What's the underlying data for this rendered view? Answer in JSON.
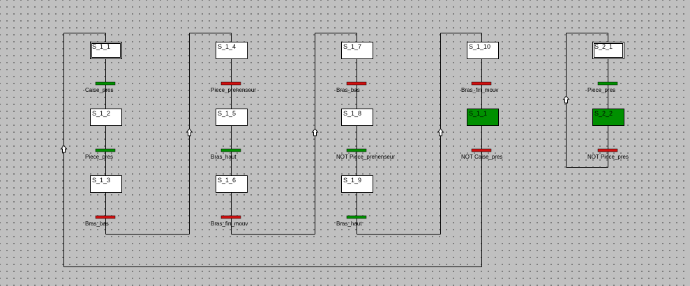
{
  "colors": {
    "background": "#c0c0c0",
    "step_fill": "#ffffff",
    "step_active_fill": "#009000",
    "transition_true": "#009000",
    "transition_false": "#d01010"
  },
  "grafcet_1": {
    "steps": [
      {
        "label": "S_1_1",
        "initial": true,
        "active": false
      },
      {
        "label": "S_1_2",
        "initial": false,
        "active": false
      },
      {
        "label": "S_1_3",
        "initial": false,
        "active": false
      },
      {
        "label": "S_1_4",
        "initial": false,
        "active": false
      },
      {
        "label": "S_1_5",
        "initial": false,
        "active": false
      },
      {
        "label": "S_1_6",
        "initial": false,
        "active": false
      },
      {
        "label": "S_1_7",
        "initial": false,
        "active": false
      },
      {
        "label": "S_1_8",
        "initial": false,
        "active": false
      },
      {
        "label": "S_1_9",
        "initial": false,
        "active": false
      },
      {
        "label": "S_1_10",
        "initial": false,
        "active": false
      },
      {
        "label": "S_1_1",
        "initial": false,
        "active": true
      }
    ],
    "transitions": [
      {
        "condition": "Caise_pres",
        "state": "true"
      },
      {
        "condition": "Piece_pres",
        "state": "true"
      },
      {
        "condition": "Bras_bas",
        "state": "false"
      },
      {
        "condition": "Piece_prehenseur",
        "state": "false"
      },
      {
        "condition": "Bras_haut",
        "state": "true"
      },
      {
        "condition": "Bras_fin_mouv",
        "state": "false"
      },
      {
        "condition": "Bras_bas",
        "state": "false"
      },
      {
        "condition": "NOT Piece_prehenseur",
        "state": "true"
      },
      {
        "condition": "Bras_haut",
        "state": "true"
      },
      {
        "condition": "Bras_fin_mouv",
        "state": "false"
      },
      {
        "condition": "NOT Caise_pres",
        "state": "false"
      }
    ]
  },
  "grafcet_2": {
    "steps": [
      {
        "label": "S_2_1",
        "initial": true,
        "active": false
      },
      {
        "label": "S_2_2",
        "initial": false,
        "active": true
      }
    ],
    "transitions": [
      {
        "condition": "Piece_pres",
        "state": "true"
      },
      {
        "condition": "NOT Piece_pres",
        "state": "false"
      }
    ]
  }
}
